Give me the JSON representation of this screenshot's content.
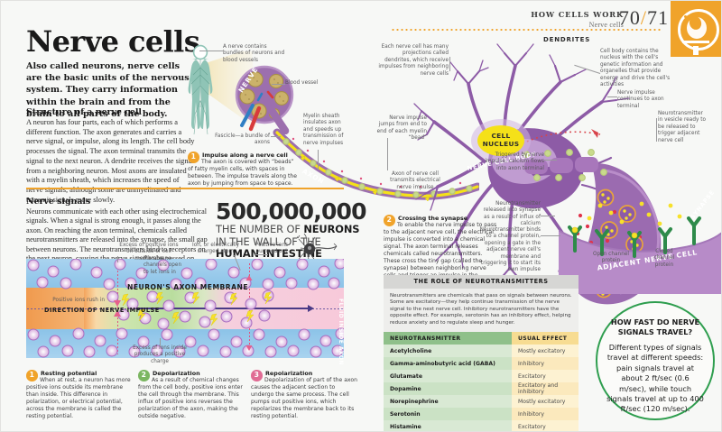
{
  "header": {
    "kicker_line1": "HOW CELLS WORK",
    "kicker_line2": "Nerve cells",
    "page_left": "70",
    "page_sep": "/",
    "page_right": "71",
    "badge_icon": "cell-microscope-icon"
  },
  "title": "Nerve cells",
  "standfirst": "Also called neurons, nerve cells are the basic units of the nervous system. They carry information within the brain and from the brain to all parts of the body.",
  "sections": [
    {
      "heading": "Structure of a nerve cell",
      "body": "A neuron has four parts, each of which performs a different function. The axon generates and carries a nerve signal, or impulse, along its length. The cell body processes the signal. The axon terminal transmits the signal to the next neuron. A dendrite receives the signal from a neighboring neuron. Most axons are insulated with a myelin sheath, which increases the speed of nerve signals, although some are unmyelinated and transmit signals more slowly."
    },
    {
      "heading": "Nerve signals",
      "body": "Neurons communicate with each other using electrochemical signals. When a signal is strong enough, it passes along the axon. On reaching the axon terminal, chemicals called neurotransmitters are released into the synapse, the small gap between neurons. The neurotransmitters bind to receptors on the next neuron, causing the nerve signal to be passed on."
    }
  ],
  "big_stat": {
    "number": "500,000,000",
    "caption_1": "THE NUMBER OF ",
    "caption_1_bold": "NEURONS",
    "caption_2": "IN THE WALL OF THE",
    "caption_3": "HUMAN INTESTINE"
  },
  "nerve_diagram": {
    "label_nerve": "NERVE",
    "label_axon": "AXON",
    "callouts": [
      "A nerve contains bundles of neurons and blood vessels",
      "Blood vessel",
      "Fascicle—a bundle of axons",
      "Myelin sheath insulates axon and speeds up transmission of nerve impulses"
    ]
  },
  "neuron_diagram": {
    "label_dendrites": "DENDRITES",
    "label_nucleus": "CELL NUCLEUS",
    "label_cell_body": "NERVE CELL BODY",
    "label_synapse": "SYNAPSE",
    "label_adjacent": "ADJACENT NERVE CELL",
    "callouts": {
      "dendrites": "Each nerve cell has many projections called dendrites, which receive impulses from neighboring nerve cells",
      "cell_body": "Cell body contains the nucleus with the cell's genetic information and organelles that provide energy and drive the cell's activities",
      "impulse_jump": "Nerve impulse jumps from end to end of each myelin “bead”",
      "axon": "Axon of nerve cell transmits electrical nerve impulse",
      "impulse_continues": "Nerve impulse continues to axon terminal",
      "vesicle": "Neurotransmitter in vesicle ready to be released to trigger adjacent nerve cell",
      "calcium": "Triggered by nerve impulse, calcium flows into axon terminal",
      "released": "Neurotransmitter released into synapse as a result of influx of calcium",
      "binds": "Neurotransmitter binds to a channel protein, opening a gate in the adjacent nerve cell's membrane and triggering it to start its own impulse",
      "open_channel": "Open channel protein",
      "closed_channel": "Closed channel protein"
    }
  },
  "membrane_diagram": {
    "title": "NEURON'S AXON MEMBRANE",
    "direction": "DIRECTION OF NERVE IMPULSE",
    "fluid_inside": "FLUID INSIDE AXON",
    "callouts": {
      "excess_outside": "Excess of positive ions on outside of cell membrane",
      "channels_open": "Membrane channels open to let ions in",
      "ion": "Ion, or electrically charged atom",
      "pumped_out": "Positive ions pumped out",
      "rush_in": "Positive ions rush in",
      "excess_inside": "Excess of ions inside produces a positive charge"
    }
  },
  "numbered_captions": [
    {
      "n": "1",
      "color": "orange",
      "title": "Impulse along a nerve cell",
      "body": "The axon is covered with “beads” of fatty myelin cells, with spaces in between. The impulse travels along the axon by jumping from space to space."
    },
    {
      "n": "2",
      "color": "orange",
      "title": "Crossing the synapse",
      "body": "To enable the nerve impulse to pass to the adjacent nerve cell, the electrical impulse is converted into a chemical signal. The axon terminal releases chemicals called neurotransmitters. These cross the tiny gap (called the synapse) between neighboring nerve cells and trigger an impulse in the adjacent cell."
    }
  ],
  "potential_steps": [
    {
      "n": "1",
      "color": "orange",
      "title": "Resting potential",
      "body": "When at rest, a neuron has more positive ions outside its membrane than inside. This difference in polarization, or electrical potential, across the membrane is called the resting potential."
    },
    {
      "n": "2",
      "color": "green",
      "title": "Depolarization",
      "body": "As a result of chemical changes from the cell body, positive ions enter the cell through the membrane. This influx of positive ions reverses the polarization of the axon, making the outside negative."
    },
    {
      "n": "3",
      "color": "pink",
      "title": "Repolarization",
      "body": "Depolarization of part of the axon causes the adjacent section to undergo the same process. The cell pumps out positive ions, which repolarizes the membrane back to its resting potential."
    }
  ],
  "neurotransmitter_table": {
    "title": "THE ROLE OF NEUROTRANSMITTERS",
    "intro": "Neurotransmitters are chemicals that pass on signals between neurons. Some are excitatory—they help continue transmission of the nerve signal to the next nerve cell. Inhibitory neurotransmitters have the opposite effect. For example, serotonin has an inhibitory effect, helping reduce anxiety and to regulate sleep and hunger.",
    "columns": [
      "NEUROTRANSMITTER",
      "USUAL EFFECT"
    ],
    "rows": [
      [
        "Acetylcholine",
        "Mostly excitatory"
      ],
      [
        "Gamma-aminobutyric acid (GABA)",
        "Inhibitory"
      ],
      [
        "Glutamate",
        "Excitatory"
      ],
      [
        "Dopamine",
        "Excitatory and inhibitory"
      ],
      [
        "Norepinephrine",
        "Mostly excitatory"
      ],
      [
        "Serotonin",
        "Inhibitory"
      ],
      [
        "Histamine",
        "Excitatory"
      ]
    ]
  },
  "fact_circle": {
    "question": "HOW FAST DO NERVE SIGNALS TRAVEL?",
    "answer": "Different types of signals travel at different speeds: pain signals travel at about 2 ft/sec (0.6 m/sec), while touch signals travel at up to 400 ft/sec (120 m/sec)."
  },
  "colors": {
    "accent_orange": "#f0a32a",
    "neuron_purple": "#8d5ba6",
    "nucleus_yellow": "#f5e119",
    "fact_green": "#2f9e4f",
    "membrane_blue": "#8ec4e8"
  }
}
